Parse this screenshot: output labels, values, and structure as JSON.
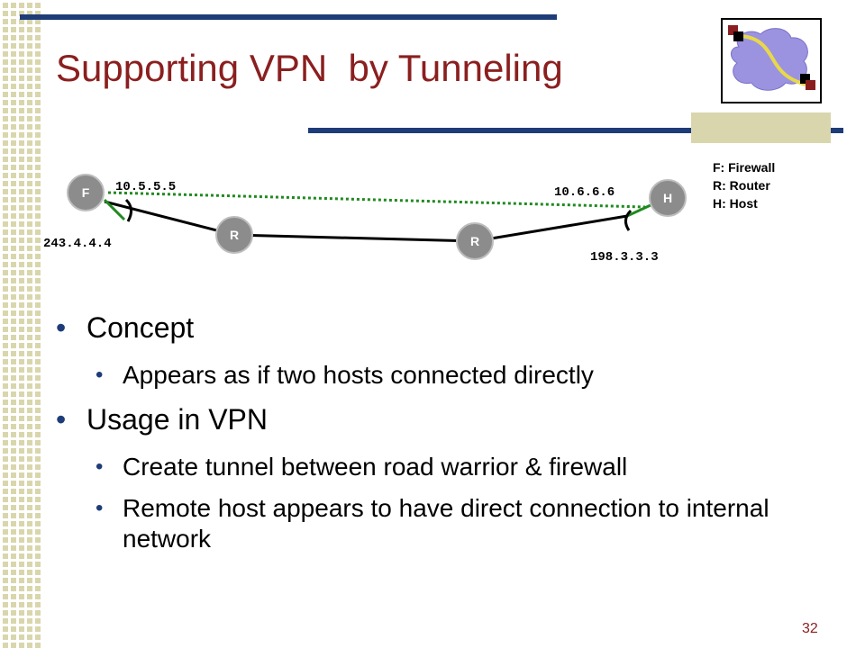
{
  "slide": {
    "title": "Supporting VPN  by Tunneling",
    "page_number": "32"
  },
  "diagram": {
    "nodes": {
      "firewall": "F",
      "router1": "R",
      "router2": "R",
      "host": "H"
    },
    "addresses": {
      "firewall_inner": "10.5.5.5",
      "firewall_outer": "243.4.4.4",
      "host_inner": "10.6.6.6",
      "host_outer": "198.3.3.3"
    },
    "legend": [
      "F: Firewall",
      "R: Router",
      "H: Host"
    ],
    "colors": {
      "node_fill": "#8c8c8c",
      "tunnel": "#1f8a1f",
      "link": "#000000"
    }
  },
  "bullets": [
    {
      "level": 1,
      "text": "Concept"
    },
    {
      "level": 2,
      "text": "Appears as if two hosts connected directly"
    },
    {
      "level": 1,
      "text": "Usage in VPN"
    },
    {
      "level": 2,
      "text": "Create tunnel between road warrior & firewall"
    },
    {
      "level": 2,
      "text": "Remote host appears to have direct connection to internal network"
    }
  ]
}
